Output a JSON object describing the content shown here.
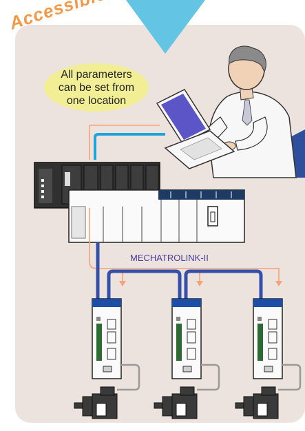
{
  "title": "Accessible",
  "bubble": {
    "lines": [
      "All parameters",
      "can be set from",
      "one location"
    ]
  },
  "network_label": "MECHATROLINK-II",
  "colors": {
    "panel": "#ece3de",
    "bubble": "#f2ee95",
    "title": "#f39a4a",
    "network": "#3450a8",
    "signal": "#f4a278",
    "cable_blue": "#1fa3d8",
    "arrow": "#63c5e3"
  },
  "icons": [
    "laptop-icon",
    "operator-icon",
    "plc-controller-icon",
    "servo-drive-icon",
    "servo-motor-icon"
  ]
}
